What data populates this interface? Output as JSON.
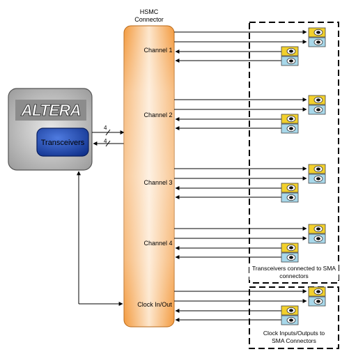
{
  "connector": {
    "title_line1": "HSMC",
    "title_line2": "Connector"
  },
  "fpga": {
    "logo": "ALTERA",
    "block_label": "Transceivers",
    "bus_width_tx": "4",
    "bus_width_rx": "4"
  },
  "channels": [
    {
      "label": "Channel 1"
    },
    {
      "label": "Channel 2"
    },
    {
      "label": "Channel 3"
    },
    {
      "label": "Channel 4"
    },
    {
      "label": "Clock In/Out"
    }
  ],
  "groups": {
    "transceivers_caption_line1": "Transceivers connected to SMA",
    "transceivers_caption_line2": "connectors",
    "clock_caption_line1": "Clock Inputs/Outputs to",
    "clock_caption_line2": "SMA Connectors"
  },
  "colors": {
    "connector_orange": "#f5a04a",
    "connector_light": "#fde6cc",
    "chip_gray": "#b4b4b4",
    "transceiver_blue": "#1d49b8",
    "sma_yellow": "#f2d02c",
    "sma_cyan": "#a8d8ea"
  }
}
